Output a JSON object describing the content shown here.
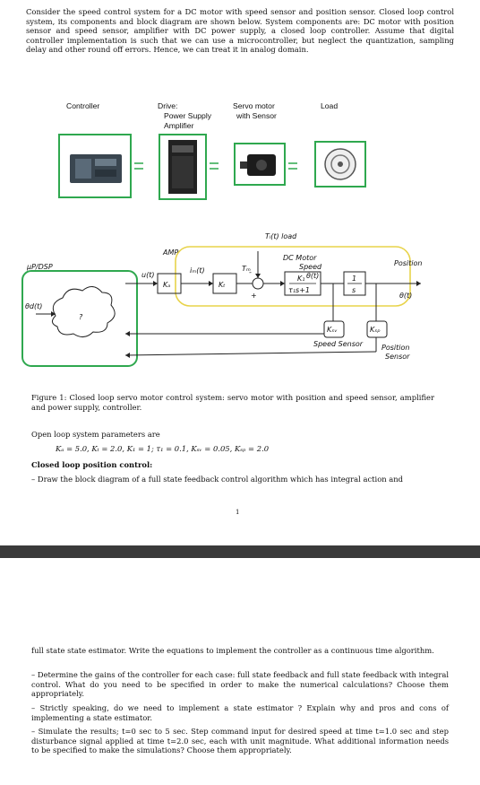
{
  "page1": {
    "intro": "Consider the speed control system for a DC motor with speed sensor and position sensor. Closed loop control system, its components and block diagram are shown below. System components are: DC motor with position sensor and speed sensor, amplifier with DC power supply, a closed loop controller. Assume that digital controller implementation is such that we can use a microcontroller, but neglect the quantization, sampling delay and other round off errors. Hence, we can treat it in analog domain.",
    "diagram": {
      "components": {
        "controller": "Controller",
        "drive_line1": "Drive:",
        "drive_line2": "Power Supply",
        "drive_line3": "Amplifier",
        "servo_line1": "Servo motor",
        "servo_line2": "with Sensor",
        "load": "Load"
      },
      "handwritten": {
        "tl_load": "Tₗ(t)  load",
        "dc_motor": "DC Motor",
        "speed": "Speed",
        "theta_dot": "θ̇(t)",
        "position": "Position",
        "theta": "θ(t)",
        "amp": "AMP",
        "ut": "u(t)",
        "ka": "Kₐ",
        "im": "iₘ(t)",
        "kt": "Kₜ",
        "tm": "Tₘ",
        "k1_num": "K₁",
        "k1_den": "τ₁s+1",
        "int_num": "1",
        "int_den": "s",
        "ksv": "Kₛᵥ",
        "speed_sensor": "Speed Sensor",
        "ksp": "Kₛₚ",
        "position_sensor_1": "Position",
        "position_sensor_2": "Sensor",
        "up_dsp": "μP/DSP",
        "theta_d": "θd(t)",
        "q": "?",
        "minus": "-",
        "plus": "+"
      }
    },
    "caption": "Figure 1: Closed loop servo motor control system: servo motor with position and speed sensor, amplifier and power supply, controller.",
    "open_loop": "Open loop system parameters are",
    "params": "Kₐ = 5.0, Kₜ = 2.0, K₁ = 1; τ₁ = 0.1, Kₛᵥ = 0.05, Kₛₚ = 2.0",
    "closed_loop": "Closed loop position control:",
    "item1": "– Draw the block diagram of a full state feedback control algorithm which has integral action and",
    "page_number": "1"
  },
  "page2": {
    "p1": "full state state estimator. Write the equations to implement the controller as a continuous time algorithm.",
    "p2": "– Determine the gains of the controller for each case: full state feedback and full state feedback with integral control. What do you need to be specified in order to make the numerical calculations? Choose them appropriately.",
    "p3": "– Strictly speaking, do we need to implement a state estimator ? Explain why and pros and cons of implementing a state estimator.",
    "p4": "– Simulate the results; t=0 sec to 5 sec. Step command input for desired speed at time t=1.0 sec and step disturbance signal applied at time t=2.0 sec, each with unit magnitude. What additional information needs to be specified to make the simulations? Choose them appropriately."
  }
}
